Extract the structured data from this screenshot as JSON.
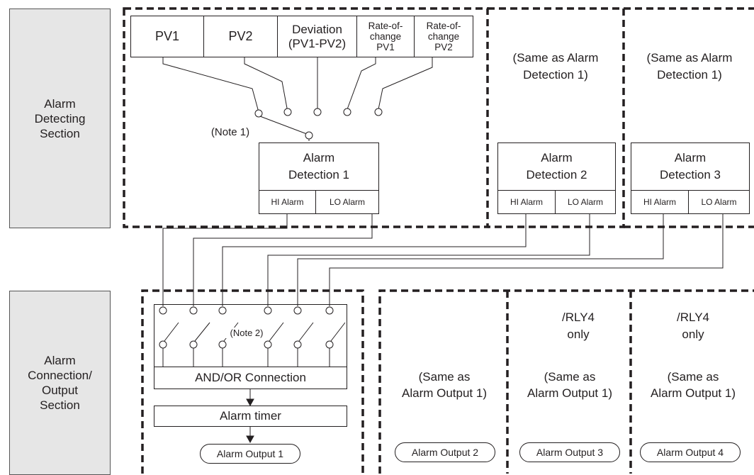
{
  "colors": {
    "line": "#231f20",
    "section_fill": "#e6e6e6"
  },
  "sections": {
    "detecting": "Alarm\nDetecting\nSection",
    "output": "Alarm\nConnection/\nOutput\nSection"
  },
  "inputs": [
    "PV1",
    "PV2",
    "Deviation\n(PV1-PV2)",
    "Rate-of-\nchange\nPV1",
    "Rate-of-\nchange\nPV2"
  ],
  "note1": "(Note 1)",
  "note2": "(Note 2)",
  "same_as_detection": "(Same as Alarm\nDetection 1)",
  "detections": [
    {
      "title": "Alarm\nDetection 1",
      "hi": "HI Alarm",
      "lo": "LO Alarm"
    },
    {
      "title": "Alarm\nDetection 2",
      "hi": "HI Alarm",
      "lo": "LO Alarm"
    },
    {
      "title": "Alarm\nDetection 3",
      "hi": "HI Alarm",
      "lo": "LO Alarm"
    }
  ],
  "and_or": "AND/OR Connection",
  "timer": "Alarm timer",
  "same_as_output": "(Same as\nAlarm Output 1)",
  "rly4": "/RLY4\nonly",
  "outputs": [
    "Alarm Output 1",
    "Alarm Output 2",
    "Alarm Output 3",
    "Alarm Output 4"
  ]
}
